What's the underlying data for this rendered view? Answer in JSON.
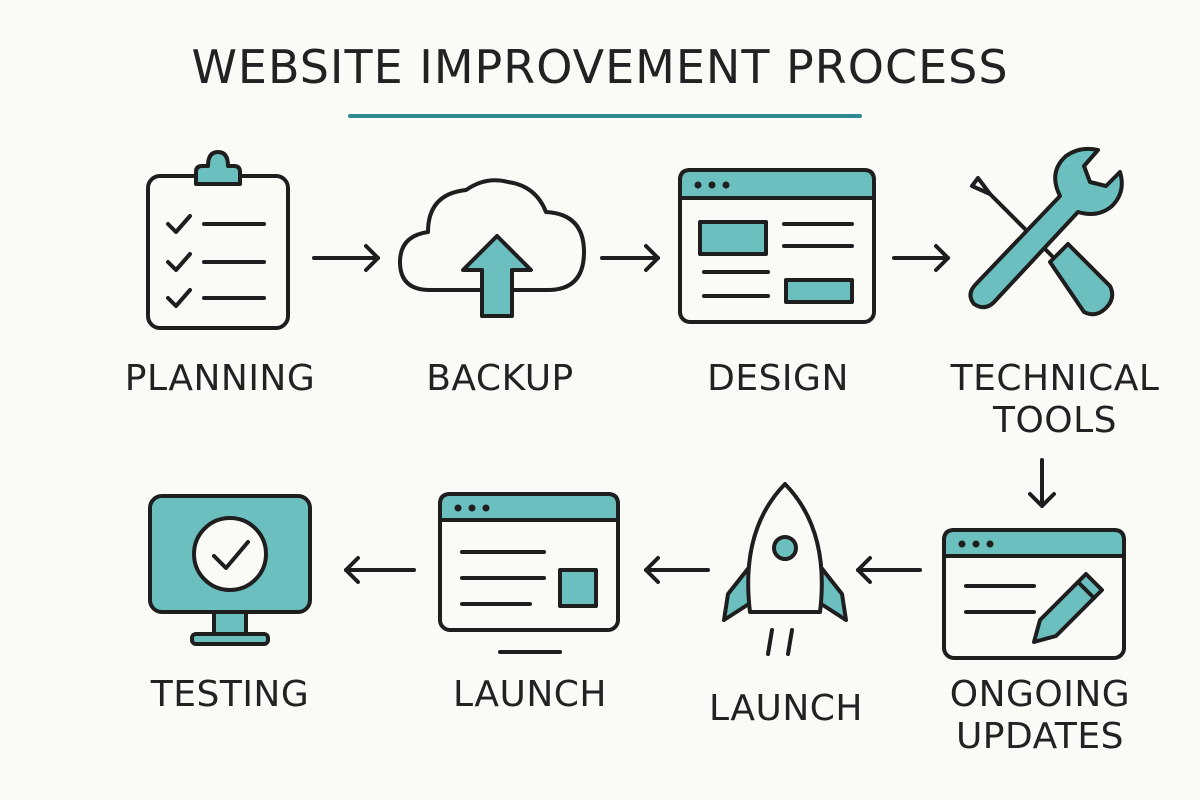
{
  "title": "WEBSITE IMPROVEMENT PROCESS",
  "colors": {
    "accent": "#6cbfbf",
    "ink": "#1e1e1e",
    "underline": "#2e8a94",
    "background": "#fafaf7"
  },
  "steps": [
    {
      "label": "PLANNING",
      "icon": "clipboard-checklist-icon"
    },
    {
      "label": "BACKUP",
      "icon": "cloud-upload-icon"
    },
    {
      "label": "DESIGN",
      "icon": "browser-layout-icon"
    },
    {
      "label_lines": [
        "TECHNICAL",
        "TOOLS"
      ],
      "icon": "wrench-screwdriver-icon"
    },
    {
      "label_lines": [
        "ONGOING",
        "UPDATES"
      ],
      "icon": "browser-pencil-icon"
    },
    {
      "label": "LAUNCH",
      "icon": "rocket-icon"
    },
    {
      "label": "LAUNCH",
      "icon": "browser-window-icon"
    },
    {
      "label": "TESTING",
      "icon": "monitor-checkmark-icon"
    }
  ]
}
